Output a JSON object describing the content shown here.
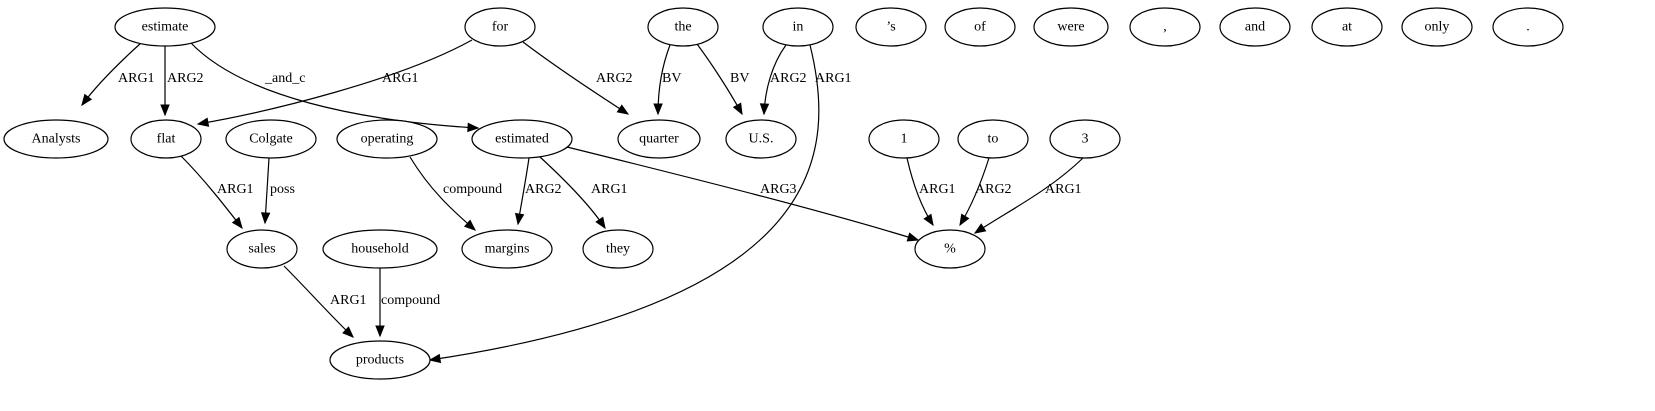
{
  "graph": {
    "nodes": [
      {
        "id": "estimate",
        "label": "estimate"
      },
      {
        "id": "for",
        "label": "for"
      },
      {
        "id": "the",
        "label": "the"
      },
      {
        "id": "in",
        "label": "in"
      },
      {
        "id": "s",
        "label": "’s"
      },
      {
        "id": "of",
        "label": "of"
      },
      {
        "id": "were",
        "label": "were"
      },
      {
        "id": "comma",
        "label": ","
      },
      {
        "id": "and",
        "label": "and"
      },
      {
        "id": "at",
        "label": "at"
      },
      {
        "id": "only",
        "label": "only"
      },
      {
        "id": "period",
        "label": "."
      },
      {
        "id": "Analysts",
        "label": "Analysts"
      },
      {
        "id": "flat",
        "label": "flat"
      },
      {
        "id": "Colgate",
        "label": "Colgate"
      },
      {
        "id": "operating",
        "label": "operating"
      },
      {
        "id": "estimated",
        "label": "estimated"
      },
      {
        "id": "quarter",
        "label": "quarter"
      },
      {
        "id": "US",
        "label": "U.S."
      },
      {
        "id": "one",
        "label": "1"
      },
      {
        "id": "to",
        "label": "to"
      },
      {
        "id": "three",
        "label": "3"
      },
      {
        "id": "sales",
        "label": "sales"
      },
      {
        "id": "household",
        "label": "household"
      },
      {
        "id": "margins",
        "label": "margins"
      },
      {
        "id": "they",
        "label": "they"
      },
      {
        "id": "percent",
        "label": "%"
      },
      {
        "id": "products",
        "label": "products"
      }
    ],
    "edges": [
      {
        "from": "estimate",
        "to": "Analysts",
        "label": "ARG1"
      },
      {
        "from": "estimate",
        "to": "flat",
        "label": "ARG2"
      },
      {
        "from": "estimate",
        "to": "estimated",
        "label": "_and_c"
      },
      {
        "from": "for",
        "to": "flat",
        "label": "ARG1"
      },
      {
        "from": "for",
        "to": "quarter",
        "label": "ARG2"
      },
      {
        "from": "the",
        "to": "quarter",
        "label": "BV"
      },
      {
        "from": "the",
        "to": "US",
        "label": "BV"
      },
      {
        "from": "in",
        "to": "US",
        "label": "ARG2"
      },
      {
        "from": "in",
        "to": "products",
        "label": "ARG1"
      },
      {
        "from": "flat",
        "to": "sales",
        "label": "ARG1"
      },
      {
        "from": "Colgate",
        "to": "sales",
        "label": "poss"
      },
      {
        "from": "operating",
        "to": "margins",
        "label": "compound"
      },
      {
        "from": "estimated",
        "to": "margins",
        "label": "ARG2"
      },
      {
        "from": "estimated",
        "to": "they",
        "label": "ARG1"
      },
      {
        "from": "estimated",
        "to": "percent",
        "label": "ARG3"
      },
      {
        "from": "one",
        "to": "percent",
        "label": "ARG1"
      },
      {
        "from": "to",
        "to": "percent",
        "label": "ARG2"
      },
      {
        "from": "three",
        "to": "percent",
        "label": "ARG1"
      },
      {
        "from": "sales",
        "to": "products",
        "label": "ARG1"
      },
      {
        "from": "household",
        "to": "products",
        "label": "compound"
      }
    ]
  }
}
